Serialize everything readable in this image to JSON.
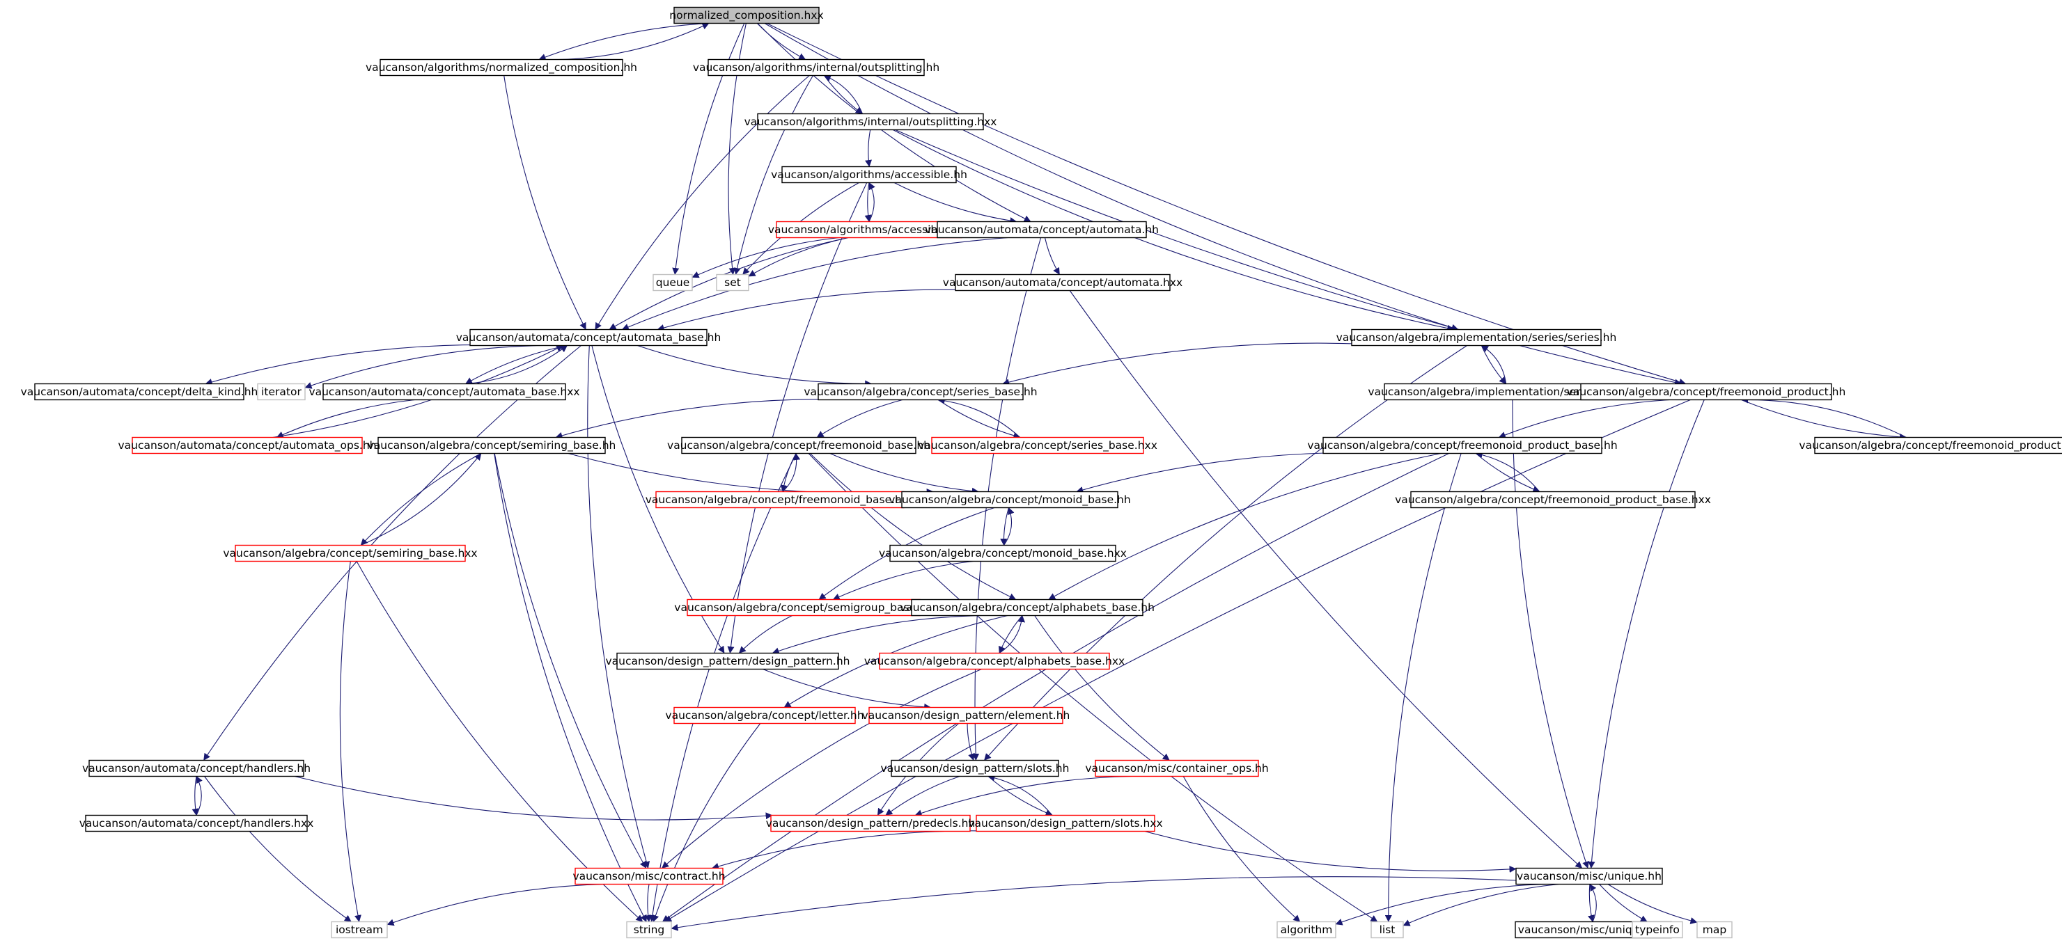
{
  "colors": {
    "edge": "#191970",
    "border_normal": "#000000",
    "border_missing": "#ff0000",
    "border_external": "#bfbfbf",
    "root_fill": "#bfbfbf",
    "fill": "#ffffff"
  },
  "nodes": [
    {
      "id": "root",
      "label": "normalized_composition.hxx",
      "kind": "root"
    },
    {
      "id": "nc_hh",
      "label": "vaucanson/algorithms/normalized_composition.hh",
      "kind": "normal"
    },
    {
      "id": "out_hh",
      "label": "vaucanson/algorithms/internal/outsplitting.hh",
      "kind": "normal"
    },
    {
      "id": "out_hxx",
      "label": "vaucanson/algorithms/internal/outsplitting.hxx",
      "kind": "normal"
    },
    {
      "id": "acc_hh",
      "label": "vaucanson/algorithms/accessible.hh",
      "kind": "normal"
    },
    {
      "id": "acc_hxx",
      "label": "vaucanson/algorithms/accessible.hxx",
      "kind": "missing"
    },
    {
      "id": "aut_hh",
      "label": "vaucanson/automata/concept/automata.hh",
      "kind": "normal"
    },
    {
      "id": "aut_hxx",
      "label": "vaucanson/automata/concept/automata.hxx",
      "kind": "normal"
    },
    {
      "id": "queue",
      "label": "queue",
      "kind": "external"
    },
    {
      "id": "set",
      "label": "set",
      "kind": "external"
    },
    {
      "id": "ab_hh",
      "label": "vaucanson/automata/concept/automata_base.hh",
      "kind": "normal"
    },
    {
      "id": "series_hh",
      "label": "vaucanson/algebra/implementation/series/series.hh",
      "kind": "normal"
    },
    {
      "id": "series_hxx",
      "label": "vaucanson/algebra/implementation/series/series.hxx",
      "kind": "normal"
    },
    {
      "id": "delta",
      "label": "vaucanson/automata/concept/delta_kind.hh",
      "kind": "normal"
    },
    {
      "id": "iterator",
      "label": "iterator",
      "kind": "external"
    },
    {
      "id": "ab_hxx",
      "label": "vaucanson/automata/concept/automata_base.hxx",
      "kind": "normal"
    },
    {
      "id": "sb_hh",
      "label": "vaucanson/algebra/concept/series_base.hh",
      "kind": "normal"
    },
    {
      "id": "fp_hh",
      "label": "vaucanson/algebra/concept/freemonoid_product.hh",
      "kind": "normal"
    },
    {
      "id": "fp_hxx",
      "label": "vaucanson/algebra/concept/freemonoid_product.hxx",
      "kind": "normal"
    },
    {
      "id": "aops",
      "label": "vaucanson/automata/concept/automata_ops.hh",
      "kind": "missing"
    },
    {
      "id": "srb_hh",
      "label": "vaucanson/algebra/concept/semiring_base.hh",
      "kind": "normal"
    },
    {
      "id": "fb_hh",
      "label": "vaucanson/algebra/concept/freemonoid_base.hh",
      "kind": "normal"
    },
    {
      "id": "sb_hxx",
      "label": "vaucanson/algebra/concept/series_base.hxx",
      "kind": "missing"
    },
    {
      "id": "fpb_hh",
      "label": "vaucanson/algebra/concept/freemonoid_product_base.hh",
      "kind": "normal"
    },
    {
      "id": "fb_hxx",
      "label": "vaucanson/algebra/concept/freemonoid_base.hxx",
      "kind": "missing"
    },
    {
      "id": "mb_hh",
      "label": "vaucanson/algebra/concept/monoid_base.hh",
      "kind": "normal"
    },
    {
      "id": "fpb_hxx",
      "label": "vaucanson/algebra/concept/freemonoid_product_base.hxx",
      "kind": "normal"
    },
    {
      "id": "srb_hxx",
      "label": "vaucanson/algebra/concept/semiring_base.hxx",
      "kind": "missing"
    },
    {
      "id": "mb_hxx",
      "label": "vaucanson/algebra/concept/monoid_base.hxx",
      "kind": "normal"
    },
    {
      "id": "sgb_hh",
      "label": "vaucanson/algebra/concept/semigroup_base.hh",
      "kind": "missing"
    },
    {
      "id": "alb_hh",
      "label": "vaucanson/algebra/concept/alphabets_base.hh",
      "kind": "normal"
    },
    {
      "id": "dp_hh",
      "label": "vaucanson/design_pattern/design_pattern.hh",
      "kind": "normal"
    },
    {
      "id": "alb_hxx",
      "label": "vaucanson/algebra/concept/alphabets_base.hxx",
      "kind": "missing"
    },
    {
      "id": "letter",
      "label": "vaucanson/algebra/concept/letter.hh",
      "kind": "missing"
    },
    {
      "id": "element",
      "label": "vaucanson/design_pattern/element.hh",
      "kind": "missing"
    },
    {
      "id": "hnd_hh",
      "label": "vaucanson/automata/concept/handlers.hh",
      "kind": "normal"
    },
    {
      "id": "slots_hh",
      "label": "vaucanson/design_pattern/slots.hh",
      "kind": "normal"
    },
    {
      "id": "cops",
      "label": "vaucanson/misc/container_ops.hh",
      "kind": "missing"
    },
    {
      "id": "hnd_hxx",
      "label": "vaucanson/automata/concept/handlers.hxx",
      "kind": "normal"
    },
    {
      "id": "predecls",
      "label": "vaucanson/design_pattern/predecls.hh",
      "kind": "missing"
    },
    {
      "id": "slots_hxx",
      "label": "vaucanson/design_pattern/slots.hxx",
      "kind": "missing"
    },
    {
      "id": "contract",
      "label": "vaucanson/misc/contract.hh",
      "kind": "missing"
    },
    {
      "id": "unique_hh",
      "label": "vaucanson/misc/unique.hh",
      "kind": "normal"
    },
    {
      "id": "iostream",
      "label": "iostream",
      "kind": "external"
    },
    {
      "id": "string",
      "label": "string",
      "kind": "external"
    },
    {
      "id": "algorithm",
      "label": "algorithm",
      "kind": "external"
    },
    {
      "id": "list",
      "label": "list",
      "kind": "external"
    },
    {
      "id": "unique_hxx",
      "label": "vaucanson/misc/unique.hxx",
      "kind": "normal"
    },
    {
      "id": "typeinfo",
      "label": "typeinfo",
      "kind": "external"
    },
    {
      "id": "map",
      "label": "map",
      "kind": "external"
    }
  ],
  "edges": [
    [
      "root",
      "nc_hh"
    ],
    [
      "root",
      "out_hh"
    ],
    [
      "root",
      "queue"
    ],
    [
      "root",
      "set"
    ],
    [
      "root",
      "aut_hh"
    ],
    [
      "root",
      "series_hh"
    ],
    [
      "root",
      "fp_hh"
    ],
    [
      "nc_hh",
      "root"
    ],
    [
      "nc_hh",
      "ab_hh"
    ],
    [
      "out_hh",
      "out_hxx"
    ],
    [
      "out_hh",
      "set"
    ],
    [
      "out_hh",
      "ab_hh"
    ],
    [
      "out_hxx",
      "out_hh"
    ],
    [
      "out_hxx",
      "acc_hh"
    ],
    [
      "out_hxx",
      "series_hh"
    ],
    [
      "out_hxx",
      "fp_hh"
    ],
    [
      "acc_hh",
      "acc_hxx"
    ],
    [
      "acc_hh",
      "set"
    ],
    [
      "acc_hh",
      "aut_hh"
    ],
    [
      "acc_hh",
      "dp_hh"
    ],
    [
      "acc_hxx",
      "acc_hh"
    ],
    [
      "acc_hxx",
      "queue"
    ],
    [
      "acc_hxx",
      "set"
    ],
    [
      "acc_hxx",
      "ab_hh"
    ],
    [
      "aut_hh",
      "ab_hh"
    ],
    [
      "aut_hh",
      "aut_hxx"
    ],
    [
      "aut_hh",
      "slots_hh"
    ],
    [
      "aut_hxx",
      "ab_hh"
    ],
    [
      "aut_hxx",
      "unique_hh"
    ],
    [
      "ab_hh",
      "delta"
    ],
    [
      "ab_hh",
      "iterator"
    ],
    [
      "ab_hh",
      "ab_hxx"
    ],
    [
      "ab_hh",
      "sb_hh"
    ],
    [
      "ab_hh",
      "hnd_hh"
    ],
    [
      "ab_hh",
      "dp_hh"
    ],
    [
      "ab_hh",
      "contract"
    ],
    [
      "ab_hxx",
      "ab_hh"
    ],
    [
      "ab_hxx",
      "aops"
    ],
    [
      "aops",
      "ab_hh"
    ],
    [
      "series_hh",
      "series_hxx"
    ],
    [
      "series_hh",
      "sb_hh"
    ],
    [
      "series_hh",
      "slots_hh"
    ],
    [
      "series_hxx",
      "series_hh"
    ],
    [
      "series_hxx",
      "unique_hh"
    ],
    [
      "sb_hh",
      "sb_hxx"
    ],
    [
      "sb_hh",
      "srb_hh"
    ],
    [
      "sb_hh",
      "fb_hh"
    ],
    [
      "sb_hxx",
      "sb_hh"
    ],
    [
      "fp_hh",
      "fp_hxx"
    ],
    [
      "fp_hh",
      "fpb_hh"
    ],
    [
      "fp_hh",
      "string"
    ],
    [
      "fp_hh",
      "unique_hh"
    ],
    [
      "fp_hxx",
      "fp_hh"
    ],
    [
      "srb_hh",
      "srb_hxx"
    ],
    [
      "srb_hh",
      "mb_hh"
    ],
    [
      "srb_hh",
      "contract"
    ],
    [
      "srb_hh",
      "string"
    ],
    [
      "srb_hxx",
      "srb_hh"
    ],
    [
      "srb_hxx",
      "iostream"
    ],
    [
      "srb_hxx",
      "string"
    ],
    [
      "fb_hh",
      "fb_hxx"
    ],
    [
      "fb_hh",
      "mb_hh"
    ],
    [
      "fb_hh",
      "alb_hh"
    ],
    [
      "fb_hh",
      "string"
    ],
    [
      "fb_hh",
      "list"
    ],
    [
      "fb_hxx",
      "fb_hh"
    ],
    [
      "fpb_hh",
      "fpb_hxx"
    ],
    [
      "fpb_hh",
      "mb_hh"
    ],
    [
      "fpb_hh",
      "alb_hh"
    ],
    [
      "fpb_hh",
      "string"
    ],
    [
      "fpb_hh",
      "list"
    ],
    [
      "fpb_hxx",
      "fpb_hh"
    ],
    [
      "mb_hh",
      "mb_hxx"
    ],
    [
      "mb_hh",
      "sgb_hh"
    ],
    [
      "mb_hxx",
      "mb_hh"
    ],
    [
      "mb_hxx",
      "sgb_hh"
    ],
    [
      "sgb_hh",
      "dp_hh"
    ],
    [
      "alb_hh",
      "alb_hxx"
    ],
    [
      "alb_hh",
      "dp_hh"
    ],
    [
      "alb_hh",
      "letter"
    ],
    [
      "alb_hh",
      "cops"
    ],
    [
      "alb_hxx",
      "alb_hh"
    ],
    [
      "alb_hxx",
      "contract"
    ],
    [
      "dp_hh",
      "element"
    ],
    [
      "element",
      "slots_hh"
    ],
    [
      "element",
      "predecls"
    ],
    [
      "letter",
      "string"
    ],
    [
      "hnd_hh",
      "hnd_hxx"
    ],
    [
      "hnd_hh",
      "predecls"
    ],
    [
      "hnd_hh",
      "iostream"
    ],
    [
      "hnd_hxx",
      "hnd_hh"
    ],
    [
      "slots_hh",
      "slots_hxx"
    ],
    [
      "slots_hh",
      "predecls"
    ],
    [
      "slots_hxx",
      "slots_hh"
    ],
    [
      "slots_hxx",
      "contract"
    ],
    [
      "slots_hxx",
      "unique_hh"
    ],
    [
      "cops",
      "predecls"
    ],
    [
      "cops",
      "algorithm"
    ],
    [
      "contract",
      "iostream"
    ],
    [
      "contract",
      "string"
    ],
    [
      "unique_hh",
      "unique_hxx"
    ],
    [
      "unique_hh",
      "algorithm"
    ],
    [
      "unique_hh",
      "list"
    ],
    [
      "unique_hh",
      "typeinfo"
    ],
    [
      "unique_hh",
      "map"
    ],
    [
      "unique_hh",
      "string"
    ],
    [
      "unique_hxx",
      "unique_hh"
    ]
  ]
}
